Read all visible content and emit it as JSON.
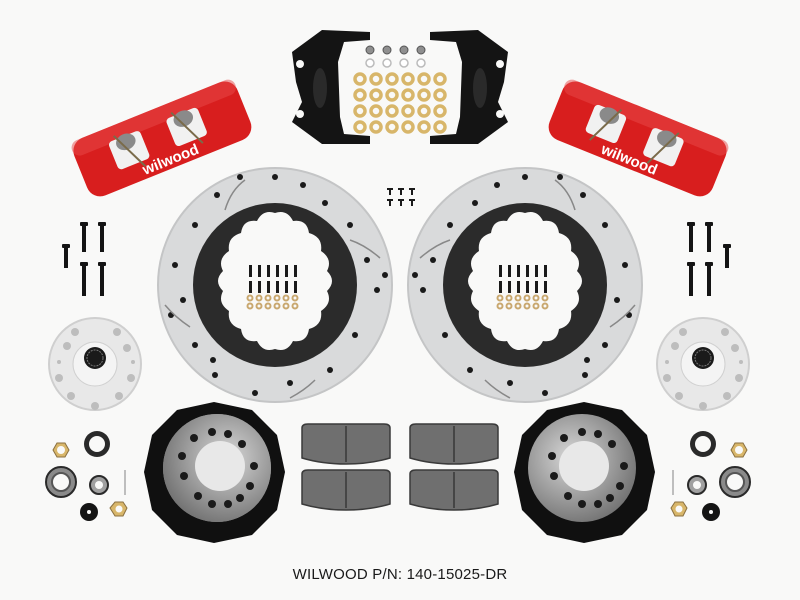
{
  "caption": "WILWOOD P/N: 140-15025-DR",
  "brand_text": "wilwood",
  "colors": {
    "background": "#f9f9f8",
    "caliper_red": "#d81e1e",
    "anodized_black": "#141414",
    "rotor_silver": "#d9dadb",
    "brass": "#d8b66a",
    "pad_gray": "#6f6f6f",
    "hub_silver": "#e8e8e8"
  },
  "components": [
    {
      "name": "caliper",
      "color": "red",
      "count": 2
    },
    {
      "name": "caliper-bracket",
      "color": "black",
      "count": 2
    },
    {
      "name": "shim-washer-set",
      "brass_count": 24,
      "steel_count": 8
    },
    {
      "name": "drilled-slotted-rotor",
      "count": 2
    },
    {
      "name": "rotor-bolt-kit",
      "bolts": 12,
      "washers": 12,
      "count": 2
    },
    {
      "name": "small-screws",
      "count": 6
    },
    {
      "name": "caliper-mount-bolts",
      "count": 10
    },
    {
      "name": "hub",
      "color": "silver",
      "count": 2
    },
    {
      "name": "rotor-hat",
      "color": "black",
      "count": 2
    },
    {
      "name": "brake-pad",
      "count": 4
    },
    {
      "name": "bearing-seal-kit",
      "count": 2
    }
  ]
}
